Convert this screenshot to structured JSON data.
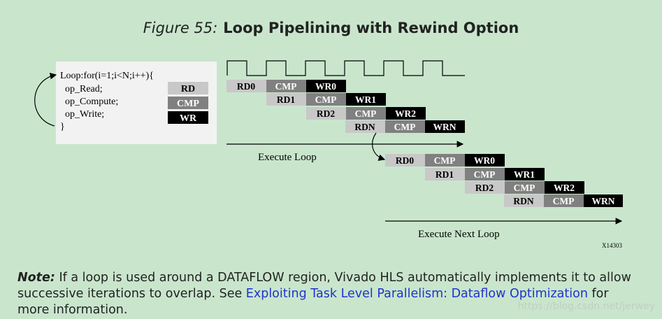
{
  "caption": {
    "figure_label": "Figure 55:",
    "title": "Loop Pipelining with Rewind Option"
  },
  "code": {
    "lines": [
      "Loop:for(i=1;i<N;i++){",
      "op_Read;",
      "op_Compute;",
      "op_Write;",
      "}"
    ],
    "legend": [
      "RD",
      "CMP",
      "WR"
    ]
  },
  "loops": [
    {
      "rows": [
        [
          "RD0",
          "CMP",
          "WR0"
        ],
        [
          "RD1",
          "CMP",
          "WR1"
        ],
        [
          "RD2",
          "CMP",
          "WR2"
        ],
        [
          "RDN",
          "CMP",
          "WRN"
        ]
      ],
      "label": "Execute Loop"
    },
    {
      "rows": [
        [
          "RD0",
          "CMP",
          "WR0"
        ],
        [
          "RD1",
          "CMP",
          "WR1"
        ],
        [
          "RD2",
          "CMP",
          "WR2"
        ],
        [
          "RDN",
          "CMP",
          "WRN"
        ]
      ],
      "label": "Execute Next Loop"
    }
  ],
  "figure_id": "X14303",
  "colors": {
    "rd": "#c8c8c8",
    "cmp": "#808080",
    "wr": "#000000",
    "background": "#c9e6cd",
    "link": "#2233cc"
  },
  "note": {
    "label": "Note:",
    "text1": " If a loop is used around a DATAFLOW region, Vivado HLS automatically implements it to allow successive iterations to overlap. See ",
    "link": "Exploiting Task Level Parallelism: Dataflow Optimization",
    "text2": " for more information."
  },
  "watermark": "https://blog.csdn.net/jerwey"
}
